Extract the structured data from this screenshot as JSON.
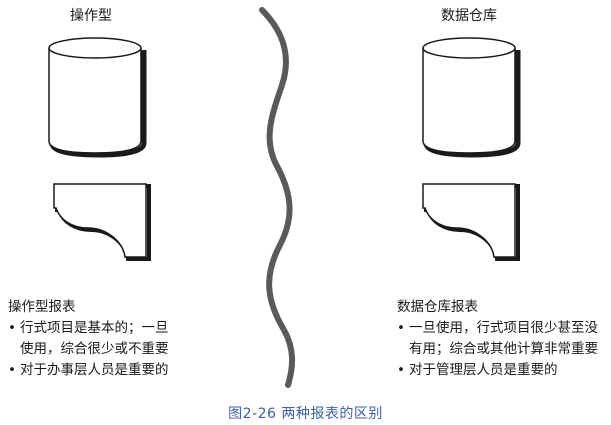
{
  "left": {
    "title": "操作型",
    "heading": "操作型报表",
    "bullets": [
      {
        "lines": [
          "行式项目是基本的；一旦",
          "使用，综合很少或不重要"
        ]
      },
      {
        "lines": [
          "对于办事层人员是重要的"
        ]
      }
    ]
  },
  "right": {
    "title": "数据仓库",
    "heading": "数据仓库报表",
    "bullets": [
      {
        "lines": [
          "一旦使用，行式项目很少甚至没",
          "有用；综合或其他计算非常重要"
        ]
      },
      {
        "lines": [
          "对于管理层人员是重要的"
        ]
      }
    ]
  },
  "bullet_symbol": "•",
  "caption": "图2-26   两种报表的区别",
  "colors": {
    "ink": "#1a1a1a",
    "caption": "#3b5fae",
    "divider": "#5a5a5a"
  }
}
